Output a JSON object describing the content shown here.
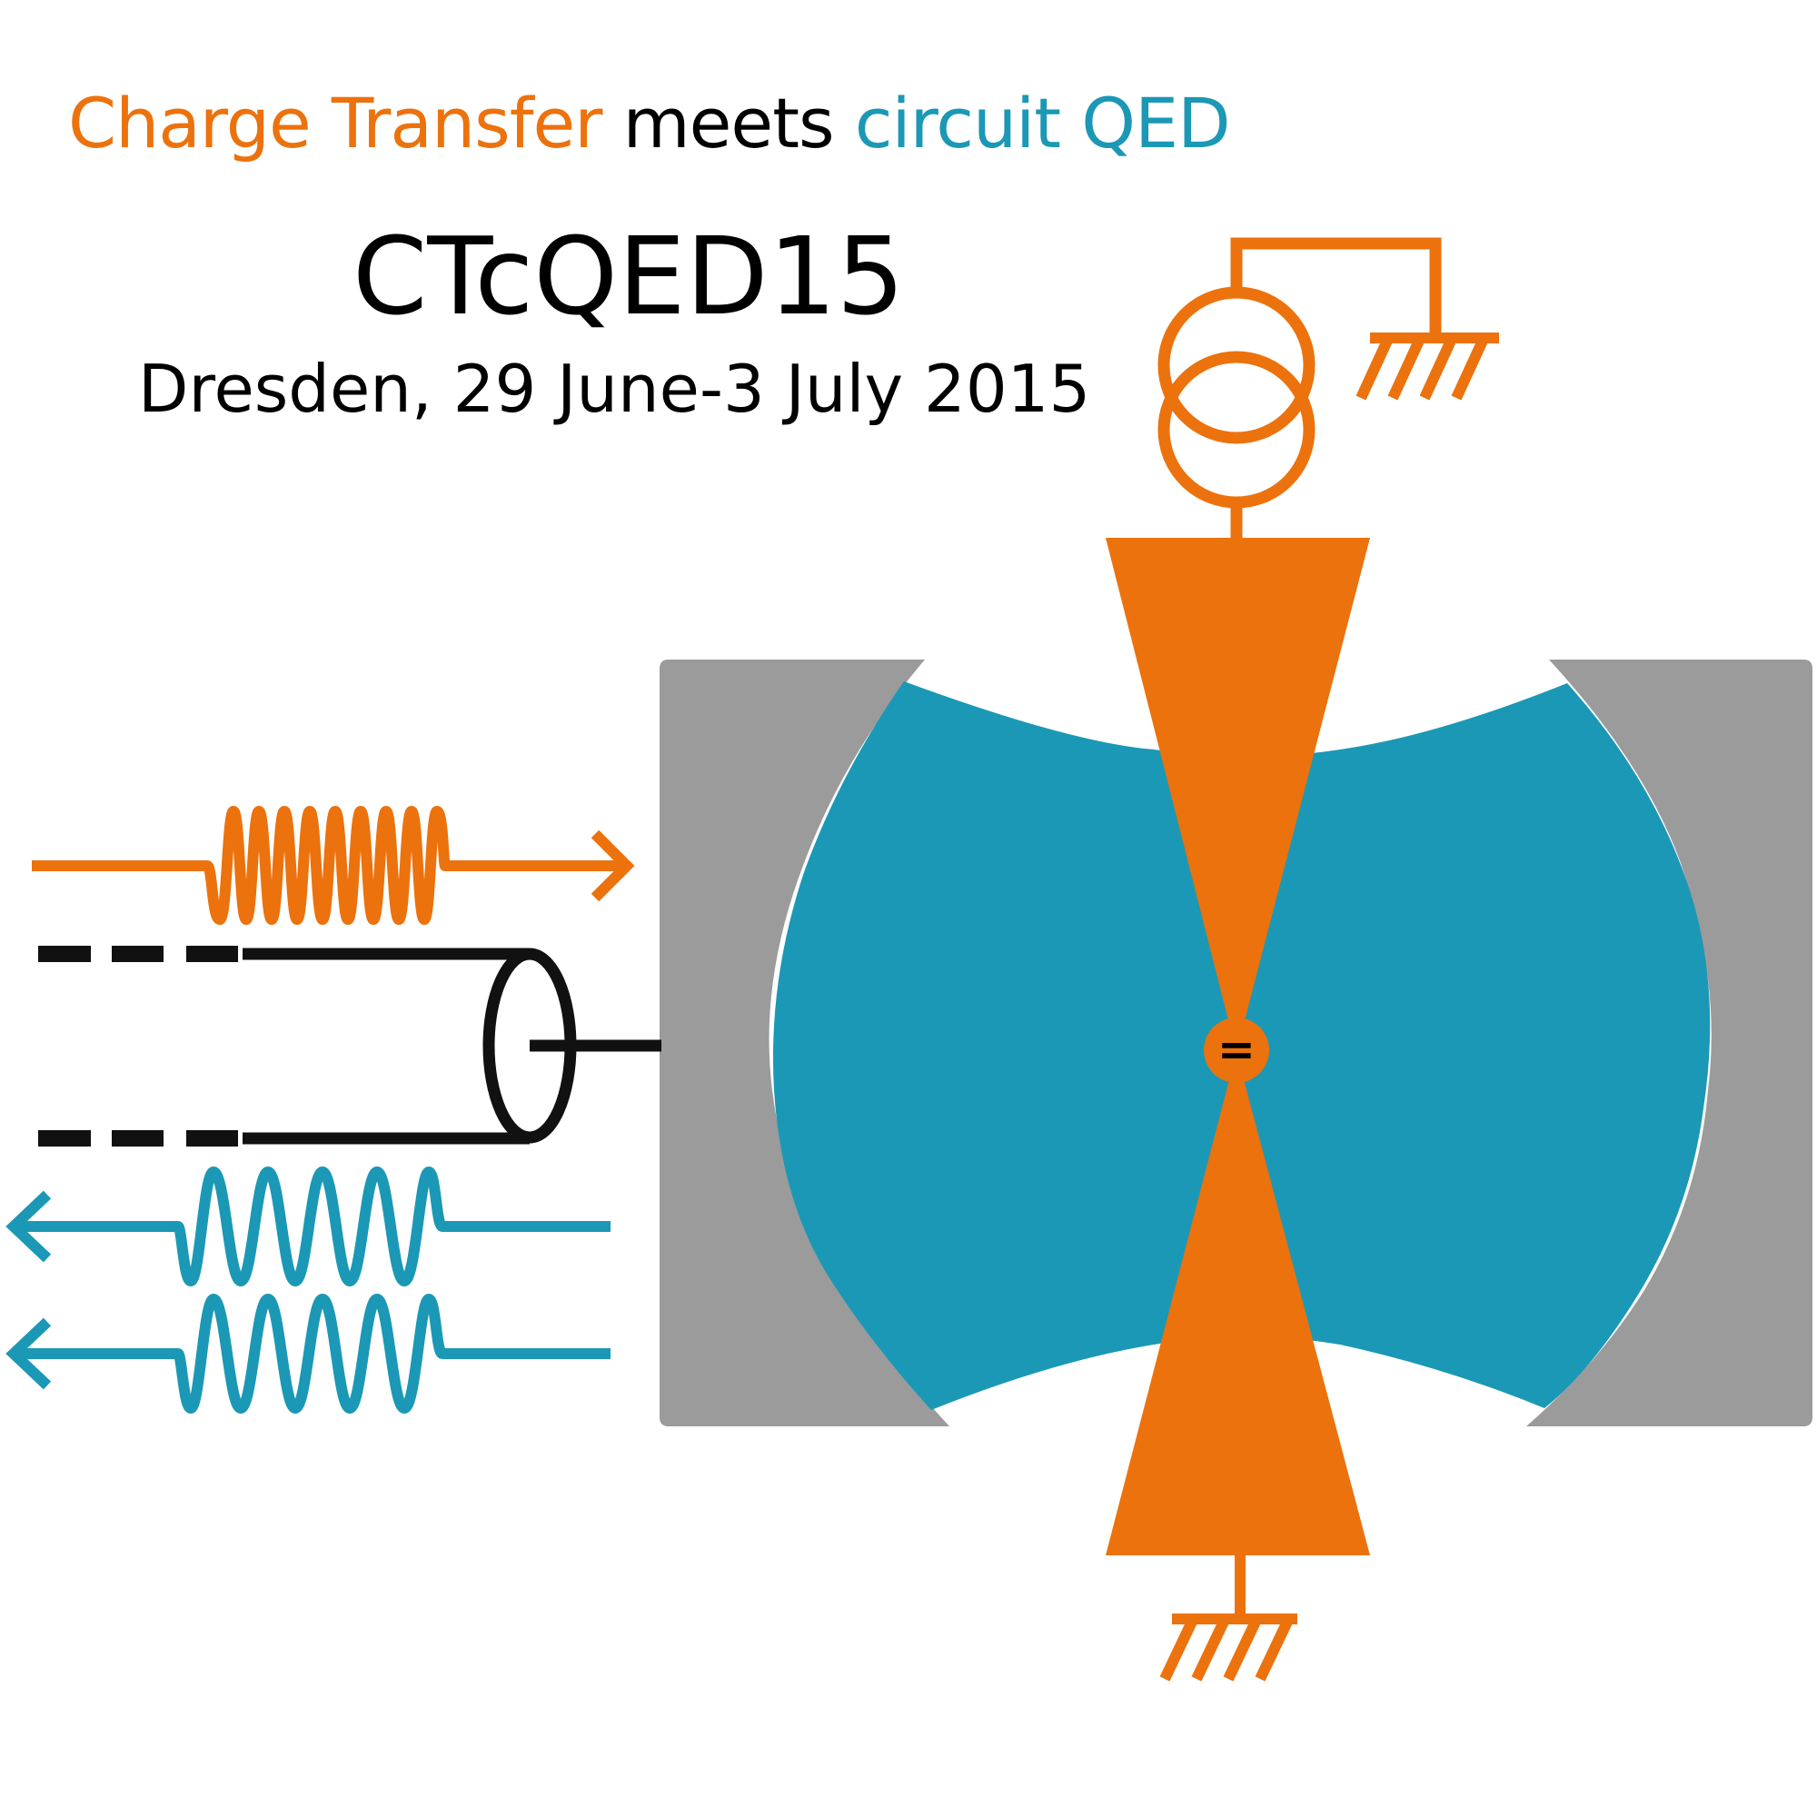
{
  "colors": {
    "orange": "#ec720d",
    "teal": "#1b98b5",
    "gray": "#9b9b9b",
    "black": "#111111"
  },
  "header": {
    "part1": "Charge Transfer",
    "part2": " meets ",
    "part3": "circuit QED"
  },
  "acronym": "CTcQED15",
  "venue": "Dresden, 29 June-3 July 2015",
  "icons": {
    "electron_symbol": "="
  }
}
